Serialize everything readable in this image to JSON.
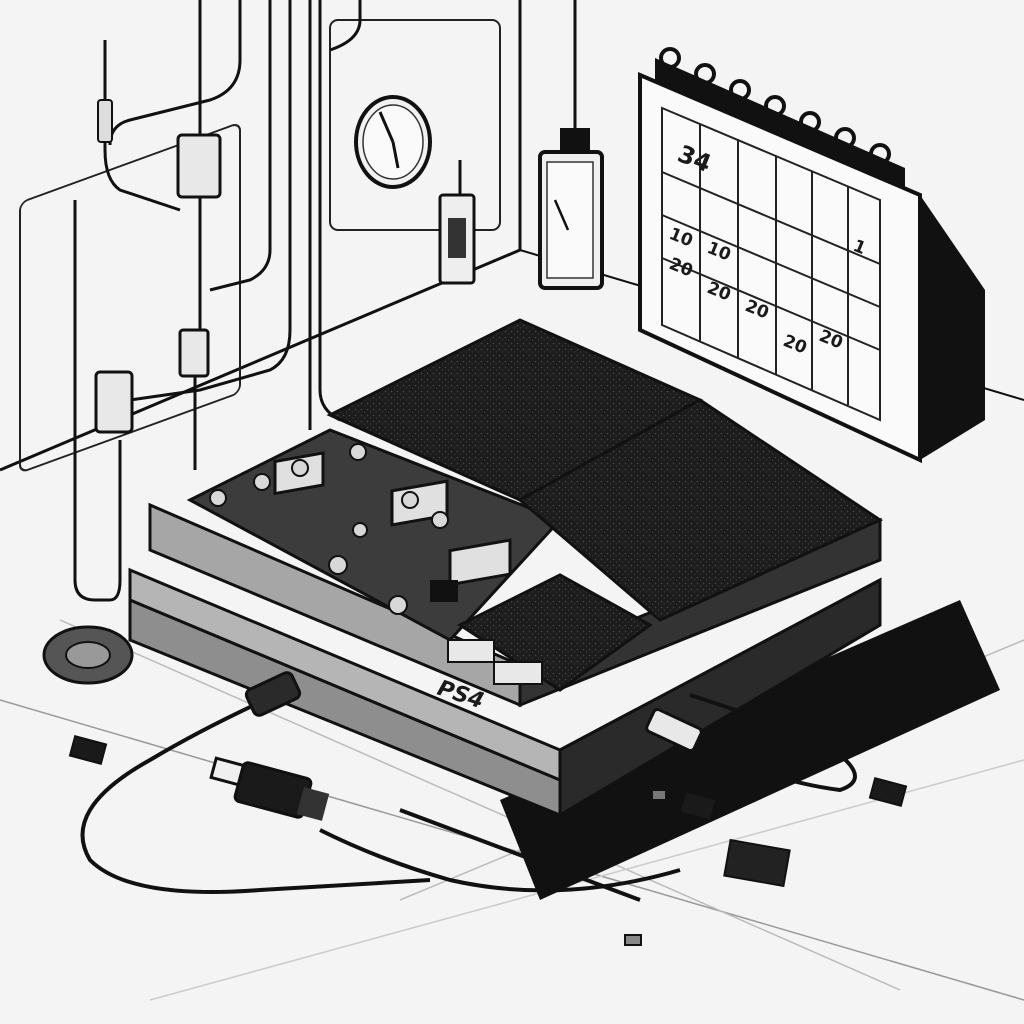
{
  "colors": {
    "background": "#f4f4f4",
    "ink": "#111111",
    "console_top": "#1e1e1e",
    "console_shell": "#9a9a9a",
    "console_shell_light": "#c4c4c4",
    "board": "#3a3a3a"
  },
  "console": {
    "brand": "PS4"
  },
  "calendar": {
    "header_number": "34",
    "cells": [
      "10",
      "20",
      "10",
      "20",
      "1",
      "20",
      "20",
      "20"
    ]
  },
  "icons": [
    "wall-clock-icon",
    "gear-icon",
    "usb-plug-icon",
    "calendar-icon"
  ]
}
